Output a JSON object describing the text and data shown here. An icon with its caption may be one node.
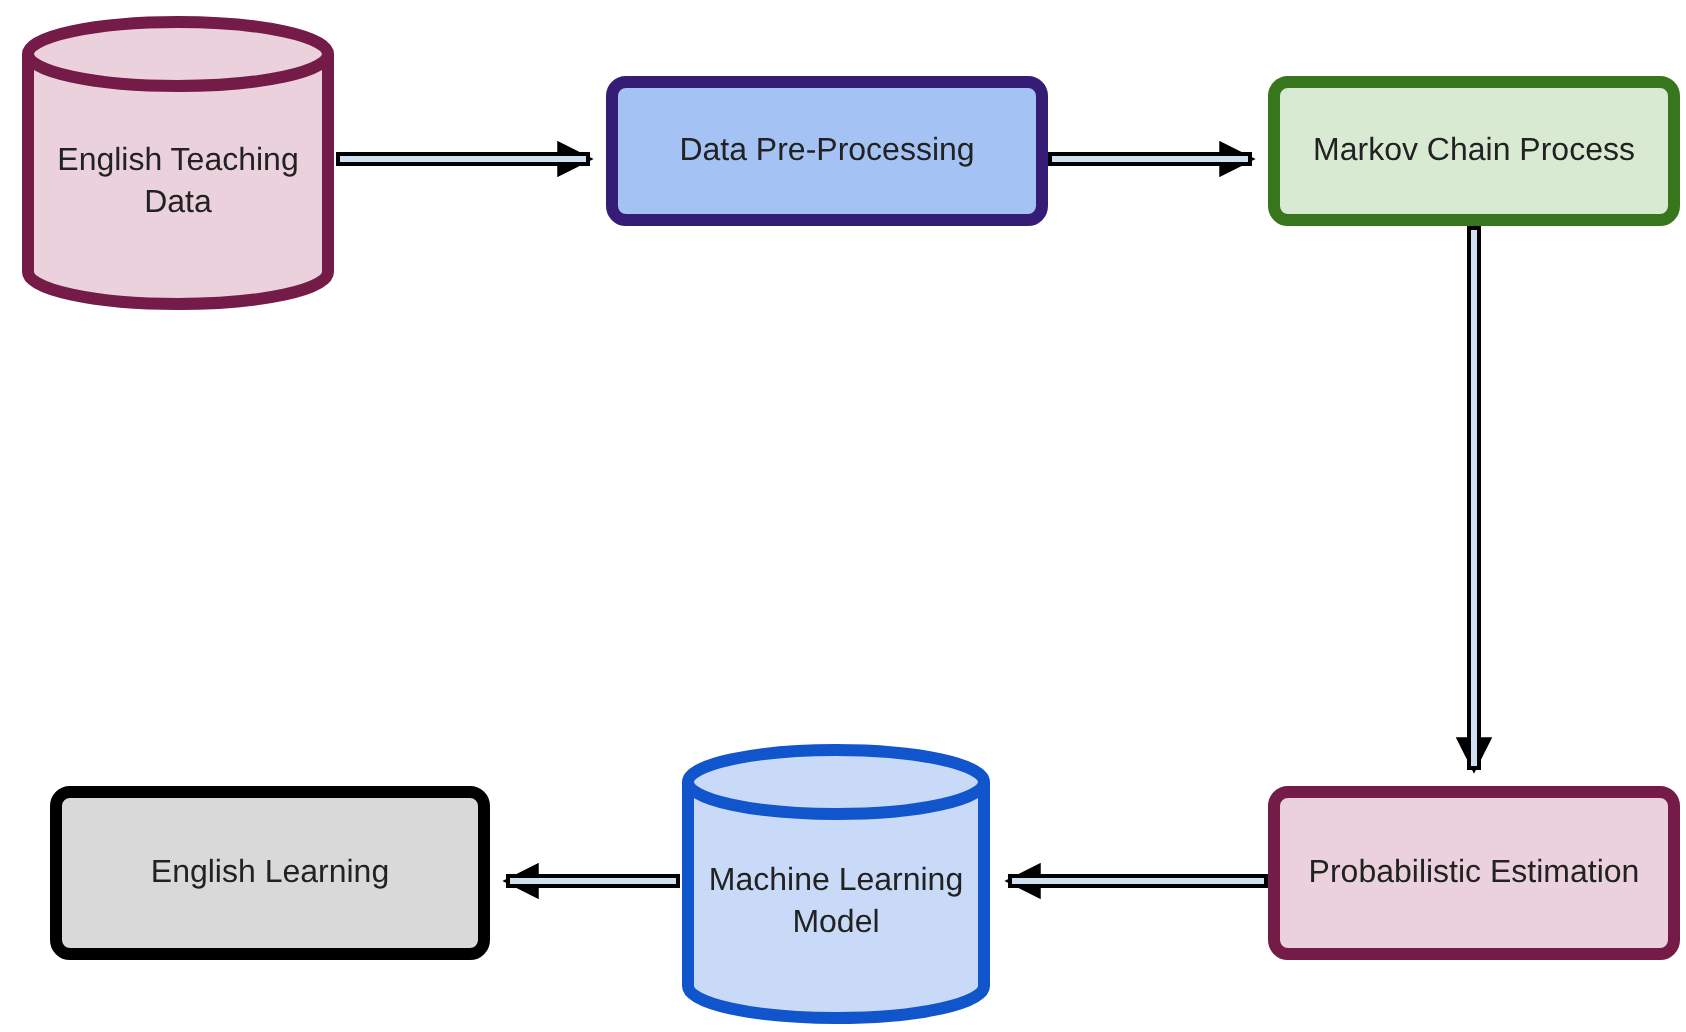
{
  "diagram": {
    "nodes": [
      {
        "text": [
          "English Teaching Data"
        ]
      },
      {
        "text": [
          "Data Pre-Processing"
        ]
      },
      {
        "text": [
          "Markov Chain Process"
        ]
      },
      {
        "text": [
          "Probabilistic Estimation"
        ]
      },
      {
        "text": [
          "Machine Learning Model"
        ]
      },
      {
        "text": [
          "English Learning"
        ]
      }
    ],
    "edges": [
      {
        "from": 0,
        "to": 1,
        "arrow": "to"
      },
      {
        "from": 1,
        "to": 2,
        "arrow": "to"
      },
      {
        "from": 2,
        "to": 3,
        "arrow": "to"
      },
      {
        "from": 3,
        "to": 4,
        "arrow": "to"
      },
      {
        "from": 4,
        "to": 5,
        "arrow": "to"
      }
    ]
  }
}
